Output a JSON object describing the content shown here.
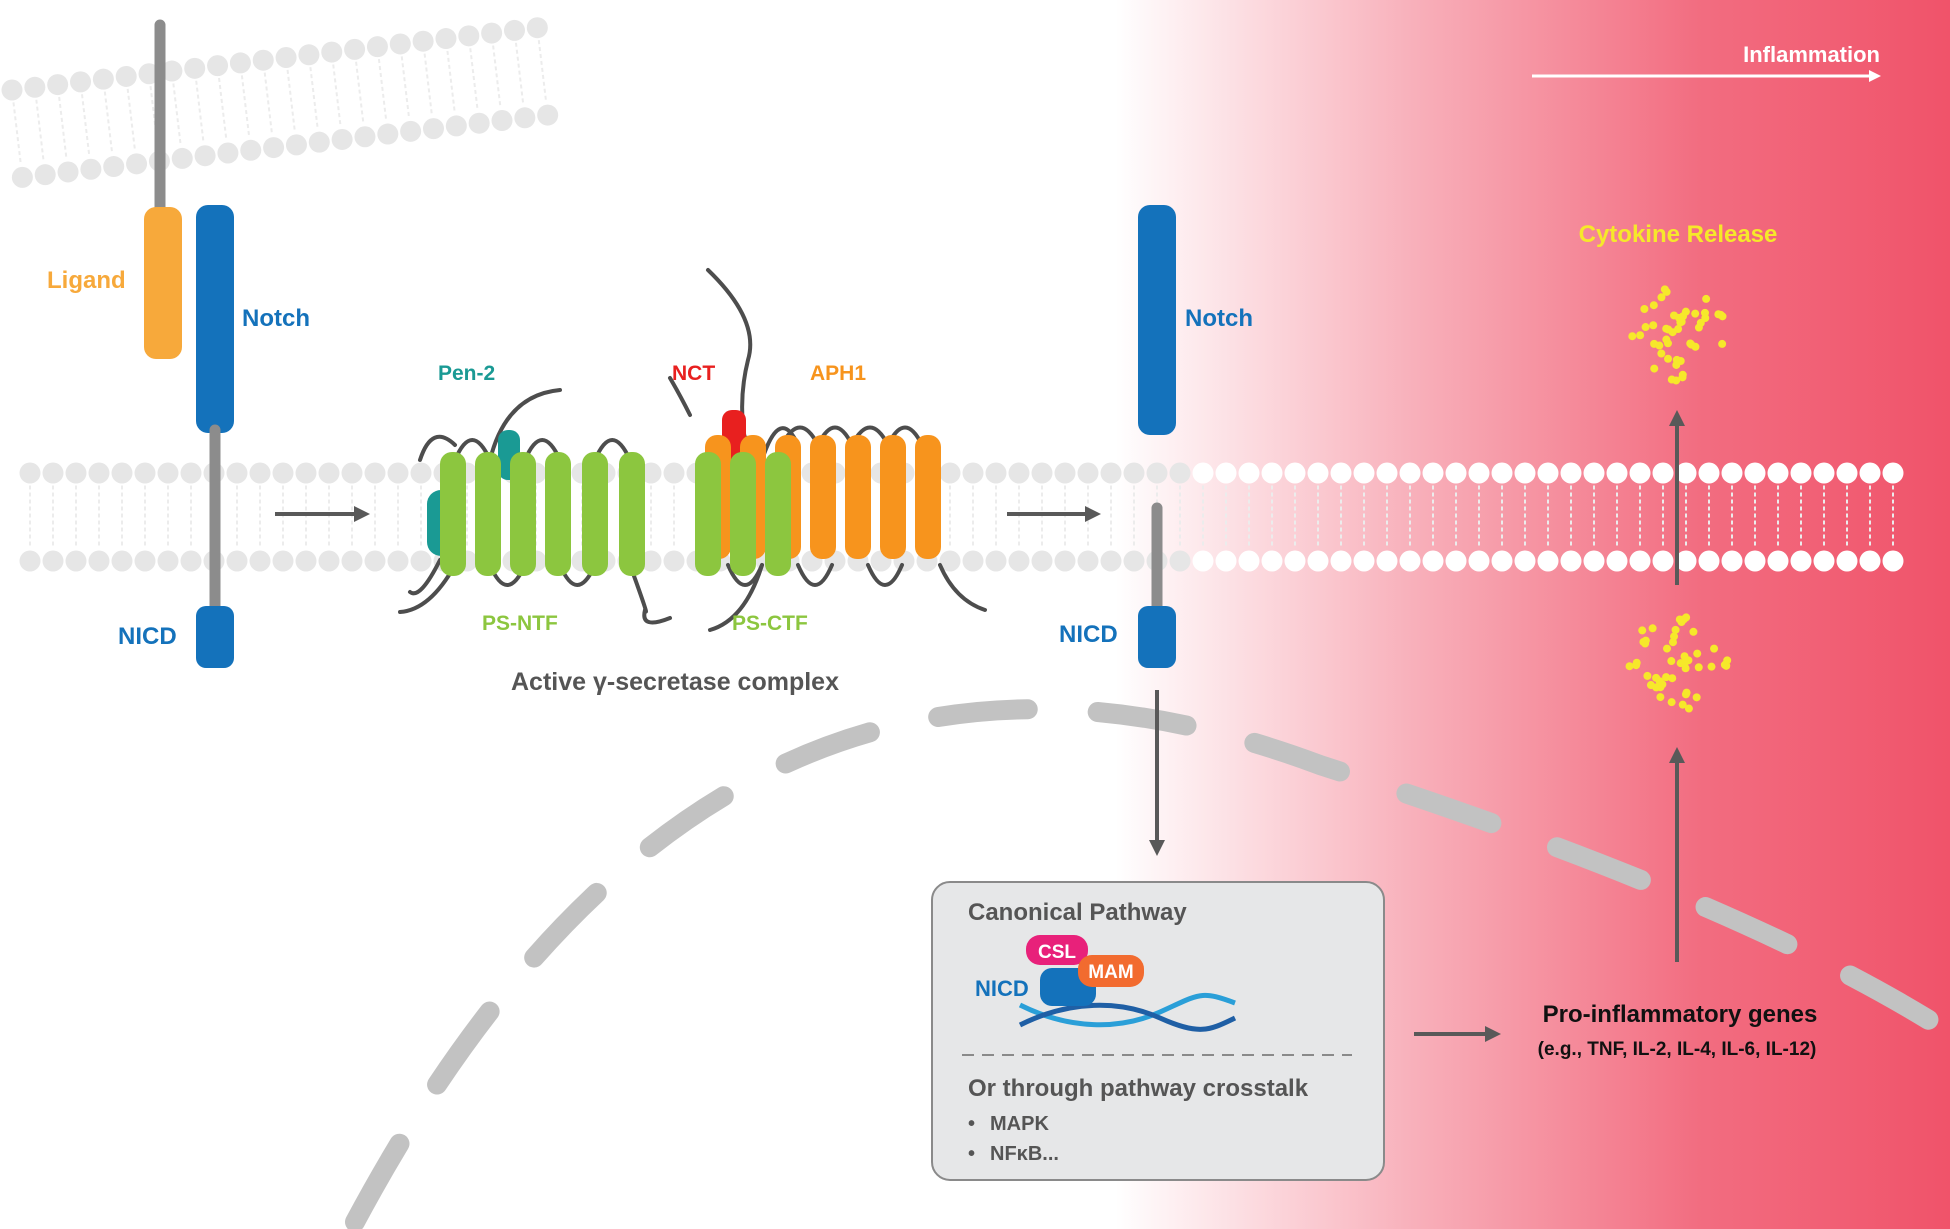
{
  "colors": {
    "notch_blue": "#1472bb",
    "ligand_orange": "#f7a93b",
    "ps_green": "#8cc63f",
    "aph1_orange": "#f7941d",
    "pen2_teal": "#1a9a94",
    "nct_red": "#e8201f",
    "inflammation_red": "#f0536a",
    "cytokine_yellow": "#f6e82a",
    "csl_pink": "#e8217a",
    "mam_orange": "#f26b2f",
    "dna_blue": "#2a9fd8",
    "text_gray": "#555555",
    "arrow_gray": "#595959",
    "membrane_gray": "#e6e6e6"
  },
  "labels": {
    "ligand": "Ligand",
    "notch_left": "Notch",
    "nicd_left": "NICD",
    "pen2": "Pen-2",
    "nct": "NCT",
    "aph1": "APH1",
    "ps_ntf": "PS-NTF",
    "ps_ctf": "PS-CTF",
    "complex_title": "Active γ-secretase complex",
    "notch_right": "Notch",
    "nicd_right": "NICD",
    "inflammation": "Inflammation",
    "cytokine_release": "Cytokine Release",
    "pro_inflammatory_title": "Pro-inflammatory genes",
    "pro_inflammatory_examples": "(e.g., TNF, IL-2, IL-4, IL-6, IL-12)"
  },
  "pathway_box": {
    "title": "Canonical Pathway",
    "csl": "CSL",
    "mam": "MAM",
    "nicd": "NICD",
    "crosstalk_title": "Or through pathway crosstalk",
    "items": [
      "MAPK",
      "NFκB..."
    ]
  },
  "icons": {
    "arrow": "arrow-right-icon",
    "arrow_up": "arrow-up-icon",
    "arrow_down": "arrow-down-icon"
  }
}
